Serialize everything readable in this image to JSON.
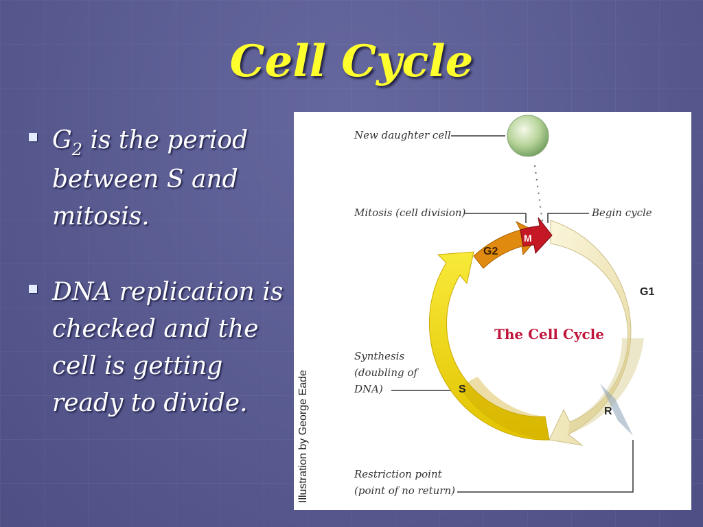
{
  "slide": {
    "title": "Cell Cycle",
    "bullets": [
      {
        "text_before": "G",
        "subscript": "2",
        "text_after": " is the period between S and mitosis."
      },
      {
        "text": "DNA replication is checked and the cell is getting ready to divide."
      }
    ]
  },
  "diagram": {
    "credit": "Illustration by George Eade",
    "center_title": "The Cell Cycle",
    "callouts": {
      "daughter": "New daughter cell",
      "mitosis": "Mitosis (cell division)",
      "begin": "Begin cycle",
      "synthesis_1": "Synthesis",
      "synthesis_2": "(doubling of",
      "synthesis_3": "DNA)",
      "restriction_1": "Restriction point",
      "restriction_2": "(point of no return)"
    },
    "phases": {
      "m": "M",
      "g2": "G2",
      "g1": "G1",
      "s": "S",
      "r": "R"
    },
    "colors": {
      "title": "#ffff2e",
      "g1_arc": "#f5ecc4",
      "s_arc": "#f3dd10",
      "g2_arc": "#e08a10",
      "m_arc": "#c41824",
      "center_text": "#c0163c"
    }
  }
}
